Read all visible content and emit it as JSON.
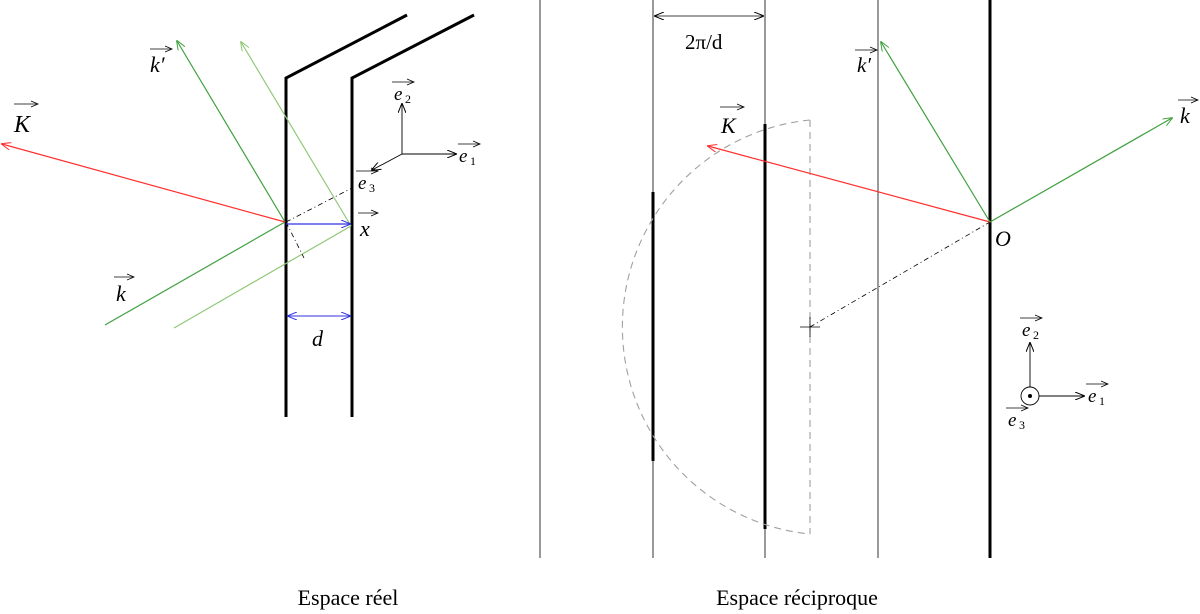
{
  "real_space": {
    "caption": "Espace réel",
    "labels": {
      "K": "K",
      "k_prime": "k′",
      "k": "k",
      "x": "x",
      "d": "d",
      "e": "e",
      "e2_sub": "2",
      "e1_sub": "1",
      "e3_sub": "3"
    }
  },
  "reciprocal_space": {
    "caption": "Espace réciproque",
    "labels": {
      "spacing": "2π/d",
      "K": "K",
      "k_prime": "k′",
      "k": "k",
      "O": "O",
      "e": "e",
      "e2_sub": "2",
      "e1_sub": "1",
      "e3_sub": "3"
    }
  },
  "colors": {
    "K_vector": "#ff3030",
    "k_vector": "#40a040",
    "k_vector_light": "#90c878",
    "x_vector": "#3030e0",
    "lines": "#000000",
    "dashed": "#a0a0a0"
  }
}
